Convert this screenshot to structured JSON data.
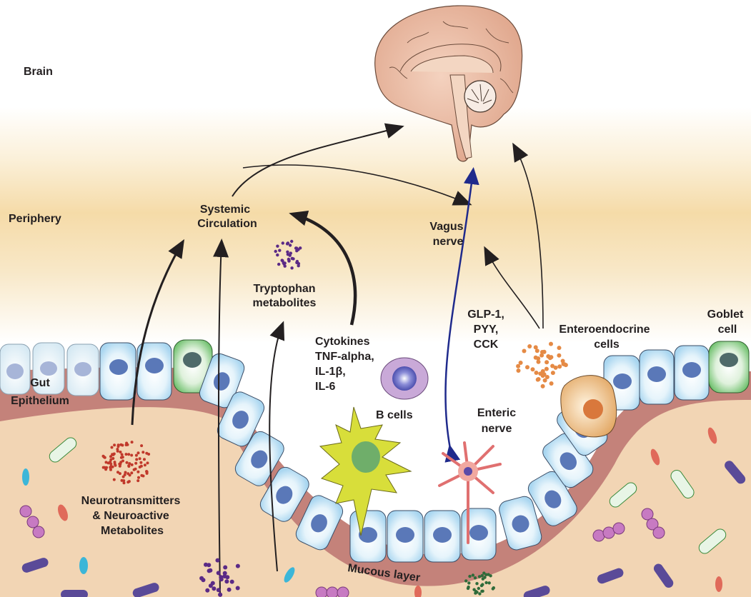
{
  "regions": {
    "brain": "Brain",
    "periphery": "Periphery",
    "gut_epithelium": [
      "Gut",
      "Epithelium"
    ],
    "mucous_layer": "Mucous layer"
  },
  "labels": {
    "systemic_circulation": [
      "Systemic",
      "Circulation"
    ],
    "tryptophan": [
      "Tryptophan",
      "metabolites"
    ],
    "cytokines": [
      "Cytokines",
      "TNF-alpha,",
      "IL-1β,",
      "IL-6"
    ],
    "b_cells": "B cells",
    "vagus_nerve": [
      "Vagus",
      "nerve"
    ],
    "gut_hormones": [
      "GLP-1,",
      "PYY,",
      "CCK"
    ],
    "enteroendocrine": [
      "Enteroendocrine",
      "cells"
    ],
    "goblet": [
      "Goblet",
      "cell"
    ],
    "enteric_nerve": [
      "Enteric",
      "nerve"
    ],
    "neurotransmitters": [
      "Neurotransmitters",
      "& Neuroactive",
      "Metabolites"
    ]
  },
  "colors": {
    "periphery_band": "#f5dcaa",
    "lumen": "#f2d5b4",
    "mucous": "#c4827a",
    "epithelial_cell": "#bfe3f5",
    "nucleus": "#5a78b8",
    "goblet_cell": "#7dc37a",
    "enteroendocrine_cell": "#e9b87a",
    "dendritic_cell": "#d8de3a",
    "b_cell": "#c9a9d8",
    "neuron": "#e98a84",
    "vagal_arrow": "#1f2a8c",
    "neurotransmitter_dots": "#c0392b",
    "tryptophan_dots": "#5b2a86",
    "hormone_dots": "#e58a45"
  }
}
